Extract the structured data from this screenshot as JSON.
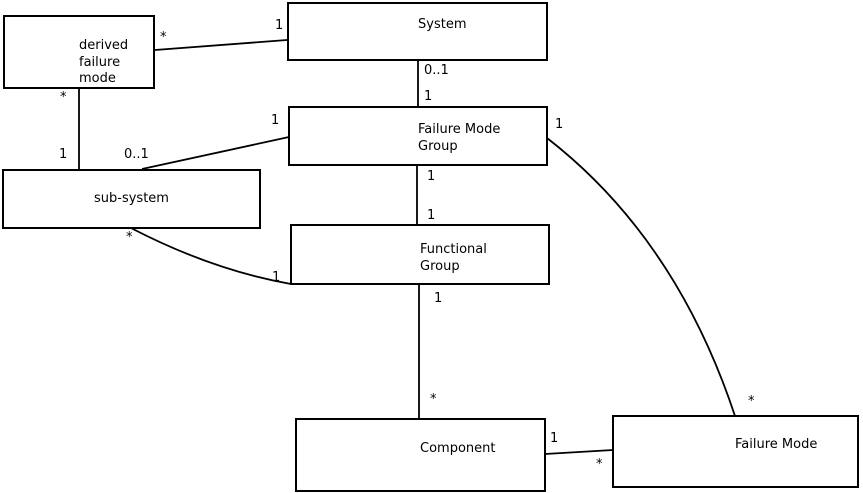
{
  "diagram_type": "uml-class-association-diagram",
  "colors": {
    "background": "#ffffff",
    "line": "#000000",
    "text": "#000000"
  },
  "boxes": {
    "derived_failure_mode": {
      "lines": [
        "derived",
        "failure",
        "mode"
      ]
    },
    "system": {
      "lines": [
        "System"
      ]
    },
    "failure_mode_group": {
      "lines": [
        "Failure Mode",
        "Group"
      ]
    },
    "sub_system": {
      "lines": [
        "sub-system"
      ]
    },
    "functional_group": {
      "lines": [
        "Functional",
        "Group"
      ]
    },
    "component": {
      "lines": [
        "Component"
      ]
    },
    "failure_mode": {
      "lines": [
        "Failure Mode"
      ]
    }
  },
  "edges": [
    {
      "from": "derived failure mode",
      "to": "System",
      "from_label": "*",
      "to_label": "1"
    },
    {
      "from": "derived failure mode",
      "to": "sub-system",
      "from_label": "*",
      "to_label": "1"
    },
    {
      "from": "System",
      "to": "Failure Mode Group",
      "from_label": "0..1",
      "to_label": "1"
    },
    {
      "from": "sub-system",
      "to": "Failure Mode Group",
      "from_label": "0..1",
      "to_label": "1"
    },
    {
      "from": "Failure Mode Group",
      "to": "Functional Group",
      "from_label": "1",
      "to_label": "1"
    },
    {
      "from": "sub-system",
      "to": "Functional Group",
      "from_label": "*",
      "to_label": "1"
    },
    {
      "from": "Functional Group",
      "to": "Component",
      "from_label": "1",
      "to_label": "*"
    },
    {
      "from": "Component",
      "to": "Failure Mode",
      "from_label": "1",
      "to_label": "*"
    },
    {
      "from": "Failure Mode Group",
      "to": "Failure Mode",
      "from_label": "1",
      "to_label": "*"
    }
  ]
}
